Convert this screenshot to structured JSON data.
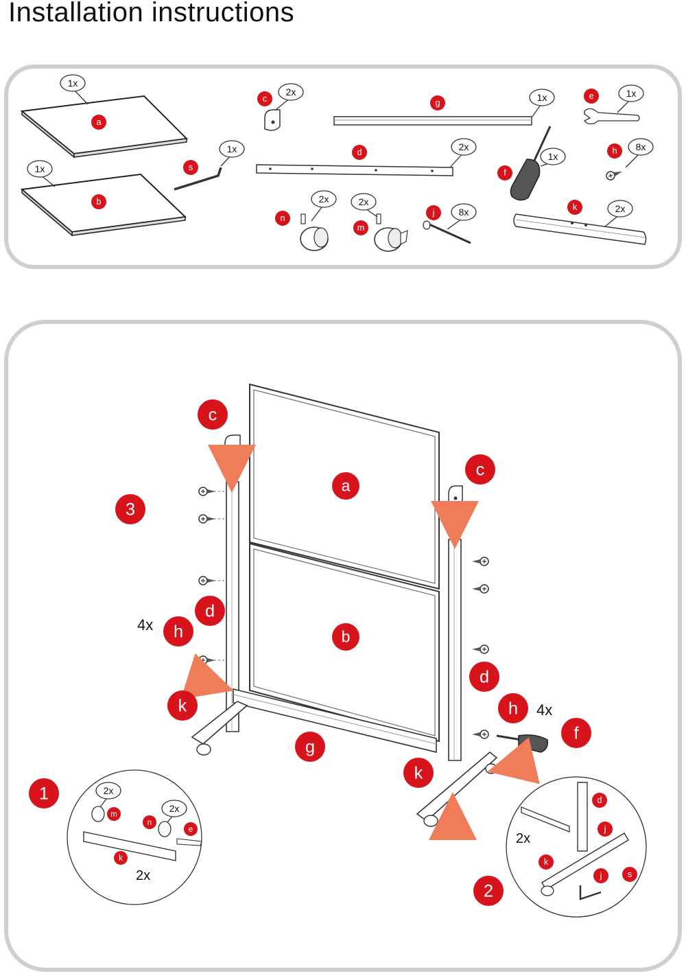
{
  "title": "Installation instructions",
  "parts": [
    {
      "id": "a",
      "qty": "1x"
    },
    {
      "id": "b",
      "qty": "1x"
    },
    {
      "id": "s",
      "qty": "1x"
    },
    {
      "id": "c",
      "qty": "2x"
    },
    {
      "id": "d",
      "qty": "2x"
    },
    {
      "id": "g",
      "qty": "1x"
    },
    {
      "id": "n",
      "qty": "2x"
    },
    {
      "id": "m",
      "qty": "2x"
    },
    {
      "id": "j",
      "qty": "8x"
    },
    {
      "id": "f",
      "qty": "1x"
    },
    {
      "id": "k",
      "qty": "2x"
    },
    {
      "id": "e",
      "qty": "1x"
    },
    {
      "id": "h",
      "qty": "8x"
    }
  ],
  "assembly": {
    "step3": "3",
    "step1": "1",
    "step2": "2",
    "count_left_h": "4x",
    "count_right_h": "4x",
    "detail1_count": "2x",
    "detail1_qty_m": "2x",
    "detail1_qty_n": "2x",
    "detail2_count": "2x"
  },
  "colors": {
    "badge": "#d7141b",
    "arrow": "#ef7d5a",
    "panel_border": "#cfcfcf",
    "line": "#333333"
  }
}
